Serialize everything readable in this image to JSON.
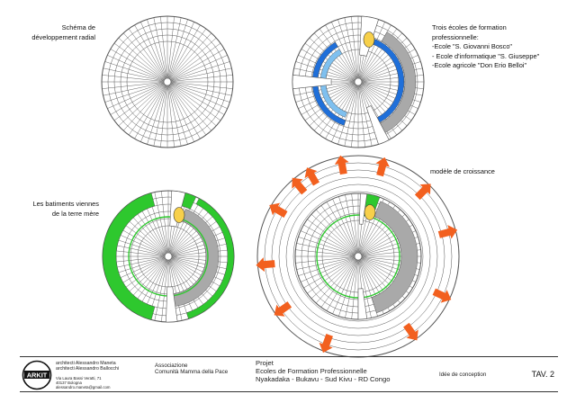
{
  "panels": {
    "radial": {
      "lines": [
        "Schéma de",
        "développement radial"
      ]
    },
    "schools": {
      "lines": [
        "Trois écoles de formation",
        "professionnelle:",
        "-Ecole \"S. Giovanni Bosco\"",
        "- Ecole d'informatique \"S. Giuseppe\"",
        "-Ecole agricole \"Don Erio Belloi\""
      ]
    },
    "buildings": {
      "lines": [
        "Les batiments viennes",
        "de la terre mère"
      ]
    },
    "growth": {
      "lines": [
        "modèle de croissance"
      ]
    }
  },
  "titleblock": {
    "logo_text": "ARKIT",
    "architects": [
      "architecti Alessandro Maneta",
      "architecti Alessandro Ballocchi"
    ],
    "address": [
      "Via Laura Bassi Veratti, 71",
      "40137 Bologna",
      "alessandro.maneta@gmail.com"
    ],
    "association": [
      "Associazione",
      "Comunità Mamma della Pace"
    ],
    "project": [
      "Projet",
      "Ecoles de Formation Professionnelle",
      "Nyakadaka - Bukavu - Sud Kivu - RD Congo"
    ],
    "phase": "Idée de conception",
    "sheet": "TAV. 2"
  },
  "colors": {
    "line": "#555555",
    "blue": "#1f6fd9",
    "light_blue": "#7fc0ef",
    "gray": "#a9a9a9",
    "green": "#2ec82e",
    "orange": "#f2601f",
    "yellow": "#f7d04a"
  }
}
